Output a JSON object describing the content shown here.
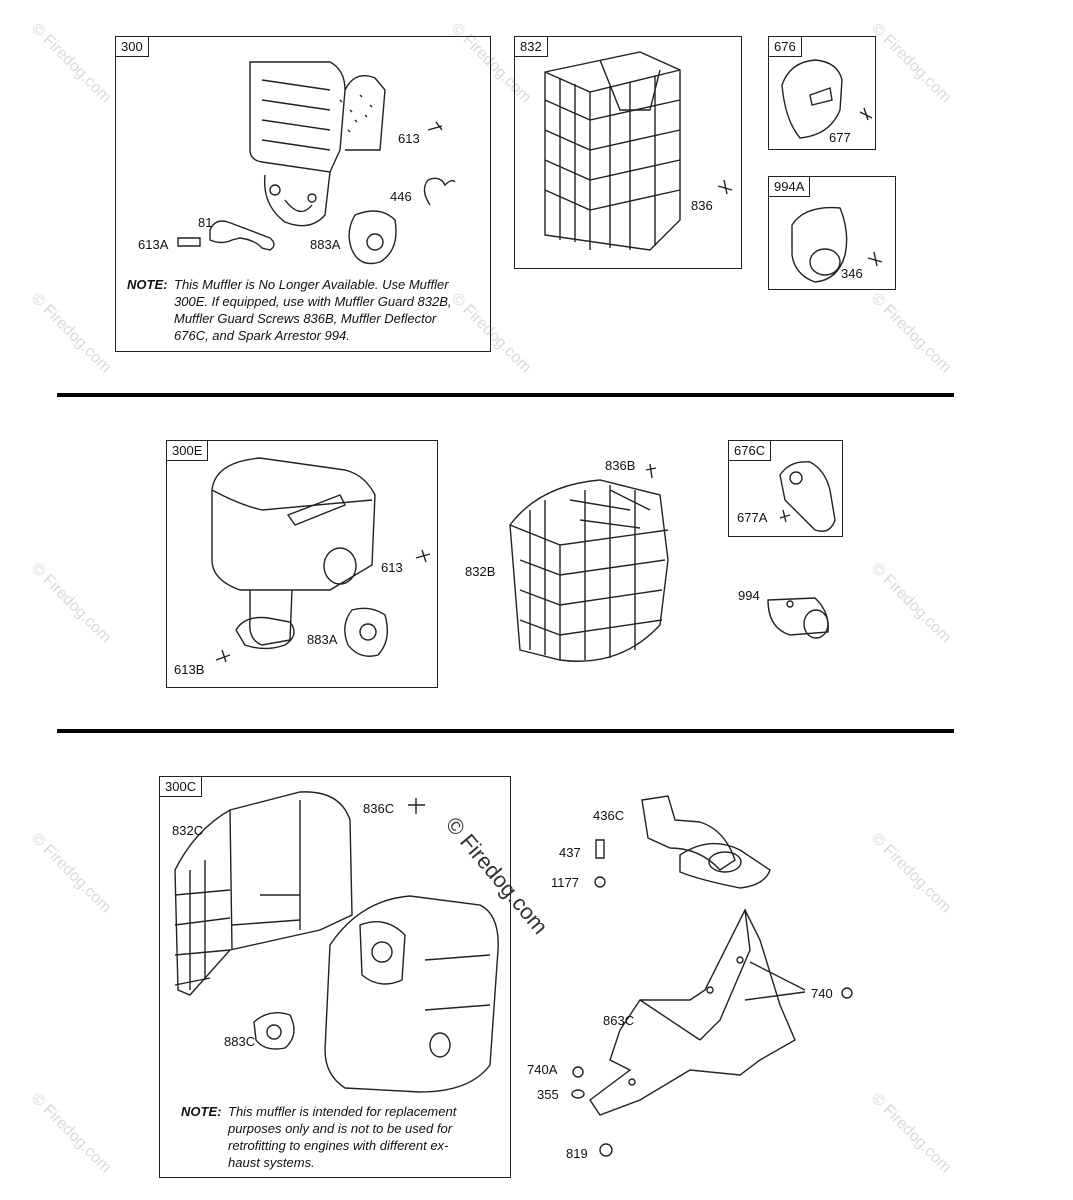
{
  "watermark": "© Firedog.com",
  "sections": {
    "top": {
      "box_300": {
        "tag": "300",
        "labels": [
          "613",
          "446",
          "81",
          "613A",
          "883A"
        ],
        "note_head": "NOTE:",
        "note_body": "This Muffler is No Longer Available. Use Muffler\n300E. If equipped, use with Muffler Guard 832B,\nMuffler Guard Screws 836B, Muffler Deflector\n676C, and Spark Arrestor 994."
      },
      "box_832": {
        "tag": "832",
        "labels": [
          "836"
        ]
      },
      "box_676": {
        "tag": "676",
        "labels": [
          "677"
        ]
      },
      "box_994A": {
        "tag": "994A",
        "labels": [
          "346"
        ]
      }
    },
    "middle": {
      "box_300E": {
        "tag": "300E",
        "labels": [
          "613",
          "883A",
          "613B"
        ]
      },
      "guard_labels": [
        "836B",
        "832B"
      ],
      "box_676C": {
        "tag": "676C",
        "labels": [
          "677A"
        ]
      },
      "arrestor_label": "994"
    },
    "bottom": {
      "box_300C": {
        "tag": "300C",
        "labels": [
          "836C",
          "832C",
          "883C"
        ],
        "note_head": "NOTE:",
        "note_body": "This muffler is intended for replacement\npurposes only and is not to be used for\nretrofitting to engines with different ex-\nhaust systems."
      },
      "loose_labels": [
        "436C",
        "437",
        "1177",
        "740",
        "863C",
        "740A",
        "355",
        "819"
      ]
    }
  }
}
